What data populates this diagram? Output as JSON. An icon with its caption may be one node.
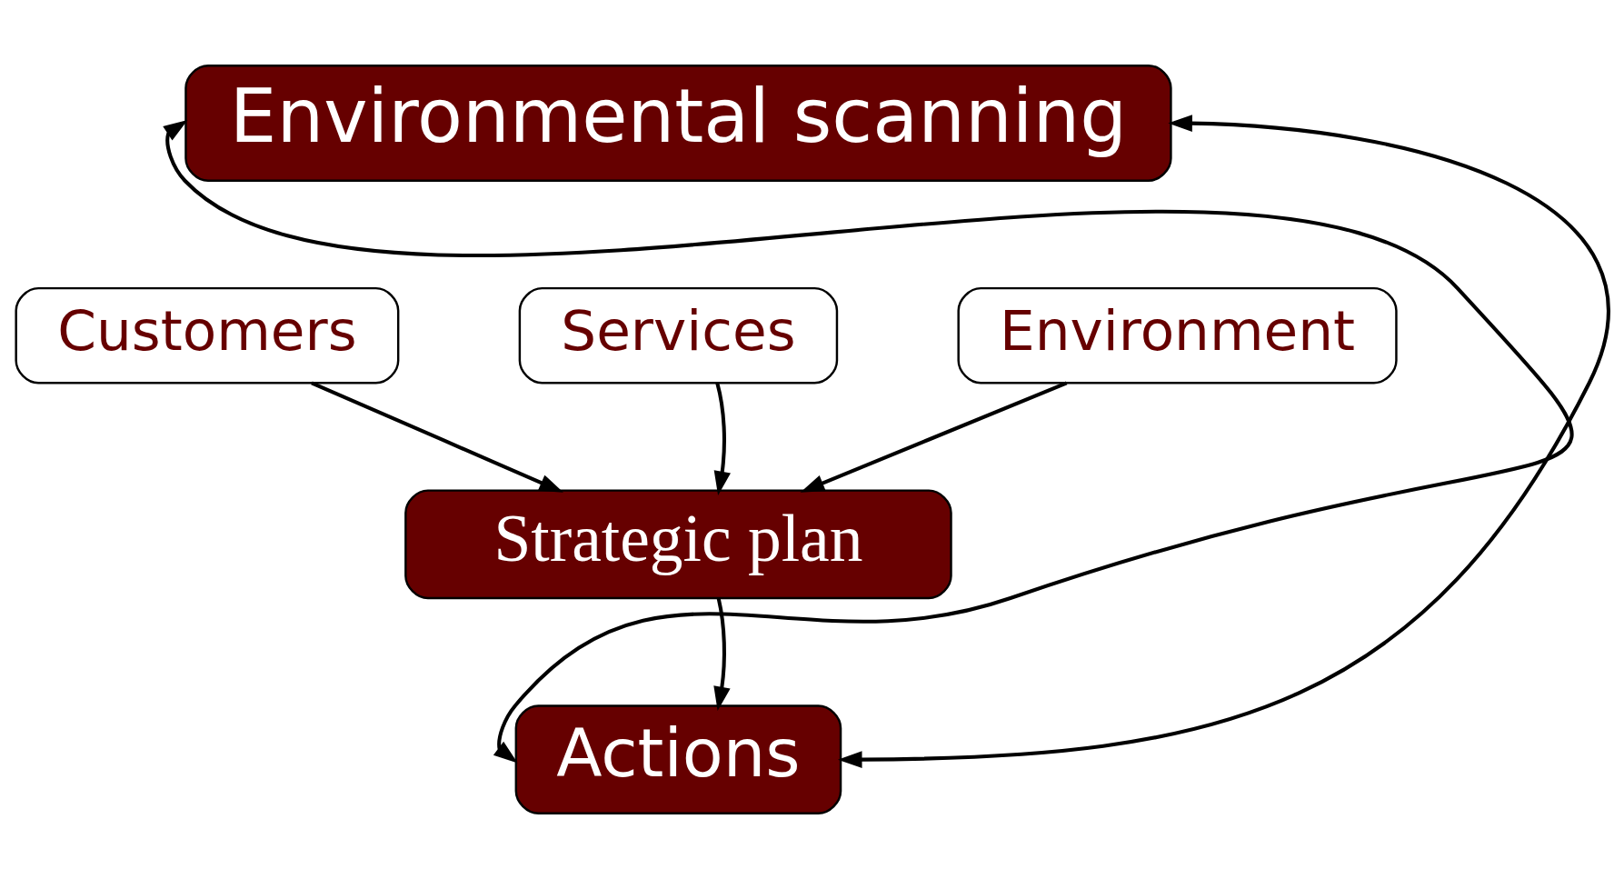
{
  "diagram": {
    "nodes": [
      {
        "text": [
          "Environmental scanning"
        ]
      },
      {
        "text": [
          "Customers"
        ]
      },
      {
        "text": [
          "Services"
        ]
      },
      {
        "text": [
          "Environment"
        ]
      },
      {
        "text": [
          "Strategic plan"
        ]
      },
      {
        "text": [
          "Actions"
        ]
      }
    ],
    "edges": [
      {
        "from": 1,
        "to": 4,
        "arrow": "to"
      },
      {
        "from": 2,
        "to": 4,
        "arrow": "to"
      },
      {
        "from": 3,
        "to": 4,
        "arrow": "to"
      },
      {
        "from": 4,
        "to": 5,
        "arrow": "to"
      },
      {
        "from": 5,
        "to": 0,
        "arrow": "both"
      },
      {
        "from": 5,
        "to": 0,
        "arrow": "both"
      }
    ]
  }
}
